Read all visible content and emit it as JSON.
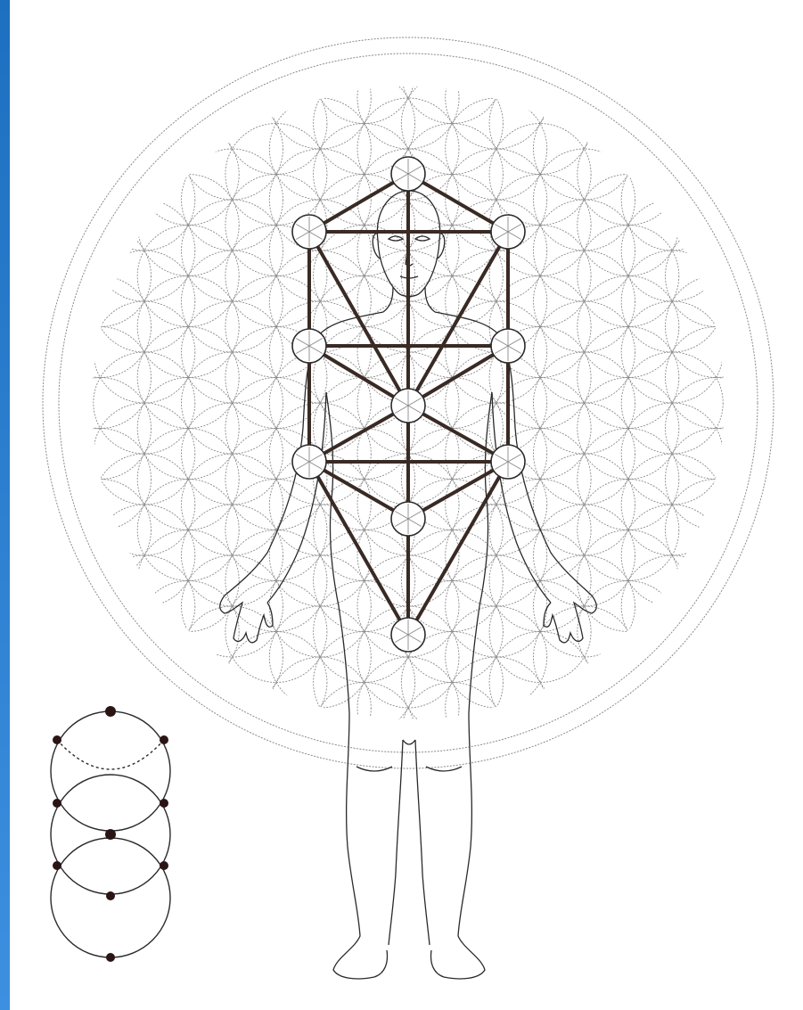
{
  "colors": {
    "background": "#ffffff",
    "edge_bar_top": "#1d6fc0",
    "edge_bar_bottom": "#3d8fe0",
    "flower_line": "#8a8a8a",
    "figure_line": "#2a2a2a",
    "tree_path": "#3a2a24",
    "sphere_fill": "#ffffff",
    "dot": "#2a1414"
  },
  "diagram": {
    "flower_of_life": {
      "rings": 2,
      "circle_grid": "hexagonal"
    },
    "tree_of_life": {
      "sephirot_count": 10,
      "path_count": 22
    },
    "vesica_circles": {
      "circle_count": 3,
      "dot_count": 10
    }
  }
}
